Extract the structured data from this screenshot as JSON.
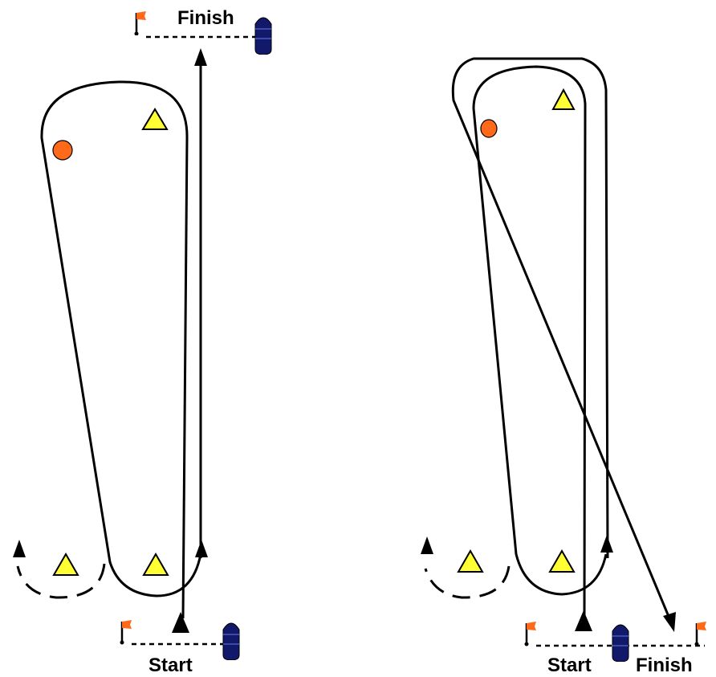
{
  "diagrams": [
    {
      "name": "course-left",
      "labels": {
        "finish": "Finish",
        "start": "Start"
      }
    },
    {
      "name": "course-right",
      "labels": {
        "start": "Start",
        "finish": "Finish"
      }
    }
  ],
  "colors": {
    "mark_triangle": "#ffff33",
    "mark_circle": "#ff6a1a",
    "committee_boat": "#12186a",
    "flag": "#ff6a1a",
    "line": "#000000"
  },
  "icons": {
    "triangle_mark": "yellow-triangle-buoy-icon",
    "circle_mark": "orange-round-buoy-icon",
    "boat": "committee-boat-icon",
    "flag": "pin-flag-icon"
  }
}
